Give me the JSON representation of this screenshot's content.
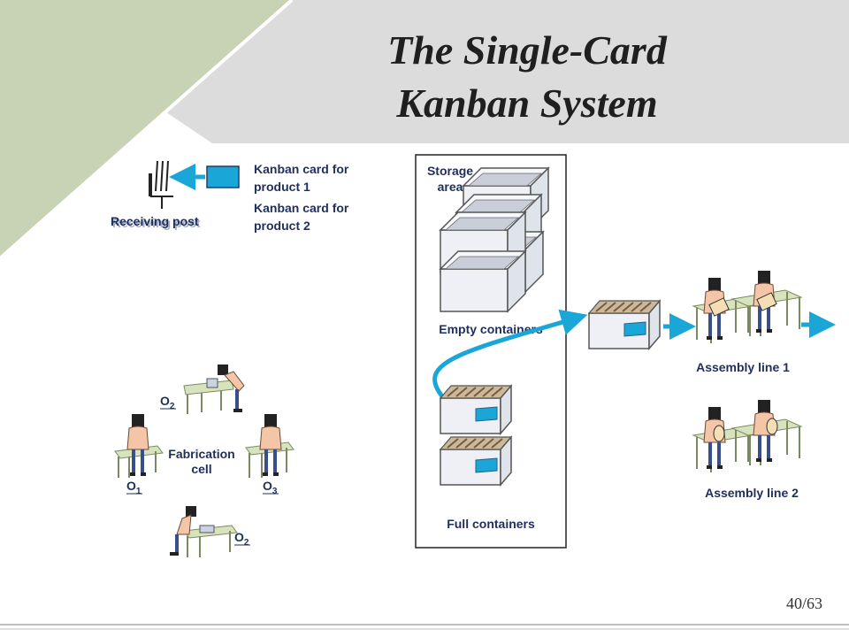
{
  "slide": {
    "title_line1": "The Single-Card",
    "title_line2": "Kanban System",
    "page_number": "40/63"
  },
  "labels": {
    "receiving_post": "Receiving post",
    "kanban_card_1_line1": "Kanban card for",
    "kanban_card_1_line2": "product 1",
    "kanban_card_2_line1": "Kanban card for",
    "kanban_card_2_line2": "product 2",
    "storage_area_line1": "Storage",
    "storage_area_line2": "area",
    "empty_containers": "Empty containers",
    "full_containers": "Full containers",
    "assembly_line_1": "Assembly line 1",
    "assembly_line_2": "Assembly line 2",
    "fabrication_cell_line1": "Fabrication",
    "fabrication_cell_line2": "cell"
  },
  "operators": {
    "o2_top": {
      "letter": "O",
      "sub": "2"
    },
    "o1": {
      "letter": "O",
      "sub": "1"
    },
    "o3": {
      "letter": "O",
      "sub": "3"
    },
    "o2_bottom": {
      "letter": "O",
      "sub": "2"
    }
  },
  "colors": {
    "header_band": "#dcdcdc",
    "triangle_accent": "#c8d3b5",
    "arrow_blue": "#1aa6d6",
    "card_blue": "#1aa6d6",
    "label_text": "#1f2f5c",
    "table_green": "#d6e3bd",
    "worker_shirt": "#f5c5a8",
    "container_face": "#e9ecf2"
  }
}
